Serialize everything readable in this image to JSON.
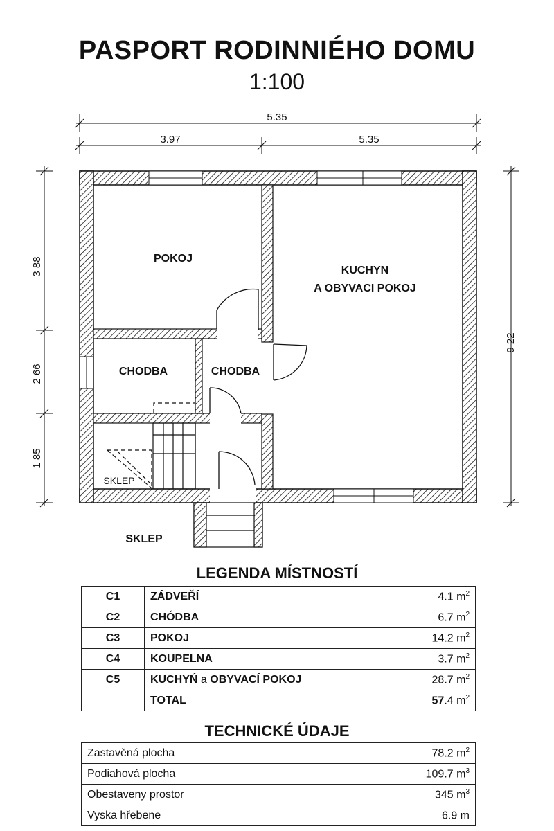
{
  "header": {
    "title": "PASPORT RODINNIÉHO DOMU",
    "scale": "1:100"
  },
  "plan": {
    "dim_top_total": "5.35",
    "dim_top_left": "3.97",
    "dim_top_right": "5.35",
    "dim_left_1": "3 88",
    "dim_left_2": "2 66",
    "dim_left_3": "1 85",
    "dim_right": "9 22",
    "rooms": {
      "pokoj": "POKOJ",
      "kuchyn_1": "KUCHYN",
      "kuchyn_2": "A OBYVACI POKOJ",
      "chodba_1": "CHODBA",
      "chodba_2": "CHODBA",
      "sklep_inner": "SKLEP",
      "sklep_outer": "SKLEP"
    }
  },
  "legend": {
    "title": "LEGENDA MÍSTNOSTÍ",
    "rows": [
      {
        "code": "C1",
        "name": "ZÁDVEŘÍ",
        "name_lower": "",
        "name_rest": "",
        "value": "4.1",
        "unit": "m",
        "exp": "2"
      },
      {
        "code": "C2",
        "name": "CHÓDBA",
        "name_lower": "",
        "name_rest": "",
        "value": "6.7",
        "unit": "m",
        "exp": "2"
      },
      {
        "code": "C3",
        "name": "POKOJ",
        "name_lower": "",
        "name_rest": "",
        "value": "14.2",
        "unit": "m",
        "exp": "2"
      },
      {
        "code": "C4",
        "name": "KOUPELNA",
        "name_lower": "",
        "name_rest": "",
        "value": "3.7",
        "unit": "m",
        "exp": "2"
      },
      {
        "code": "C5",
        "name": "KUCHYŃ",
        "name_lower": " a ",
        "name_rest": "OBYVACÍ POKOJ",
        "value": "28.7",
        "unit": "m",
        "exp": "2"
      }
    ],
    "total": {
      "label": "TOTAL",
      "value_bold": "57",
      "value_rest": ".4",
      "unit": "m",
      "exp": "2"
    }
  },
  "technical": {
    "title": "TECHNICKÉ ÚDAJE",
    "rows": [
      {
        "label": "Zastavěná plocha",
        "value": "78.2",
        "unit": "m",
        "exp": "2"
      },
      {
        "label": "Podiahová plocha",
        "value": "109.7",
        "unit": "m",
        "exp": "3"
      },
      {
        "label": "Obestaveny prostor",
        "value": "345",
        "unit": "m",
        "exp": "3"
      },
      {
        "label": "Vyska hřebene",
        "value": "6.9",
        "unit": "m",
        "exp": ""
      }
    ]
  }
}
